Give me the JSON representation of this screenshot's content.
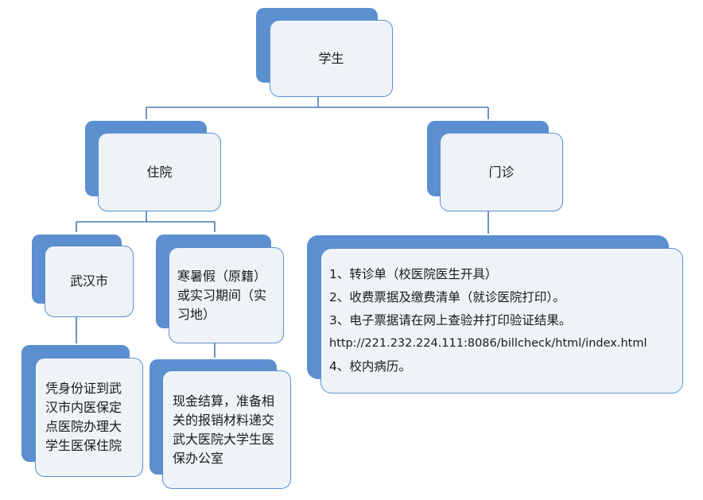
{
  "nodes": {
    "student": "学生",
    "inpatient": "住院",
    "outpatient": "门诊",
    "wuhan": "武汉市",
    "vacation": "寒暑假（原籍）或实习期间（实习地）",
    "wuhan_detail": "凭身份证到武汉市内医保定点医院办理大学生医保住院",
    "vacation_detail": "现金结算，准备相关的报销材料递交武大医院大学生医保办公室",
    "outpatient_list": [
      "1、转诊单（校医院医生开具）",
      "2、收费票据及缴费清单（就诊医院打印）。",
      "3、电子票据请在网上查验并打印验证结果。",
      "http://221.232.224.111:8086/billcheck/html/index.html",
      "4、校内病历。"
    ]
  },
  "colors": {
    "shadow": "#5b8fd0",
    "face": "#eef3f8",
    "border": "#5b8fd0",
    "connector": "#4a7ab5"
  }
}
